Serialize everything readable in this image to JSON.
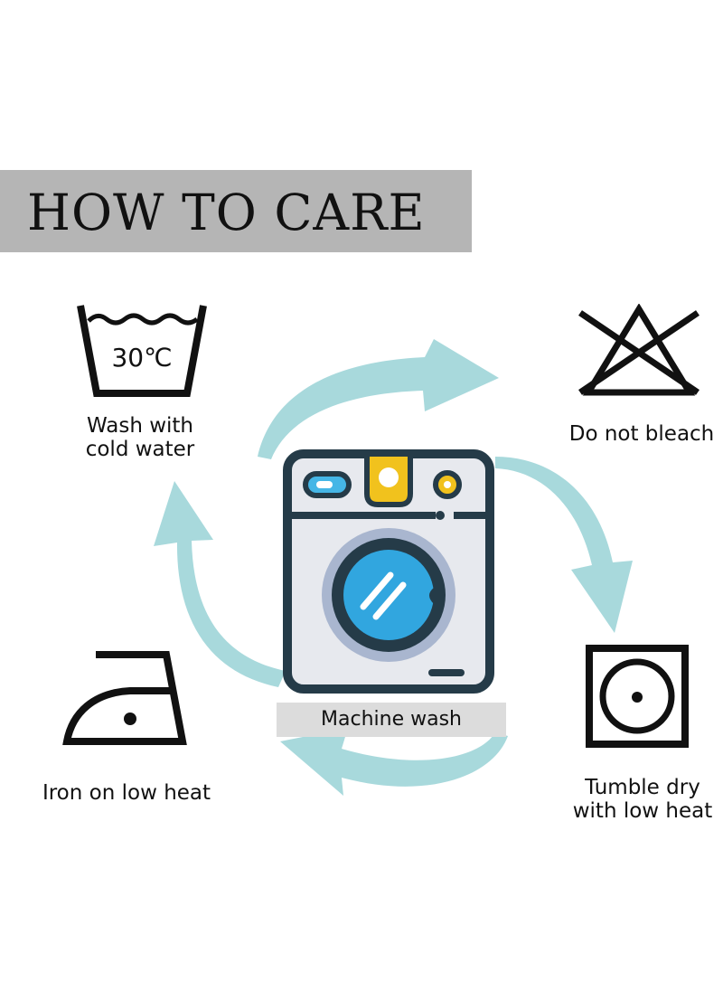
{
  "title": "HOW TO CARE",
  "center": {
    "label": "Machine wash"
  },
  "care_items": {
    "wash": {
      "temp": "30℃",
      "line1": "Wash with",
      "line2": "cold water"
    },
    "bleach": {
      "label": "Do not bleach"
    },
    "dry": {
      "line1": "Tumble dry",
      "line2": "with low heat"
    },
    "iron": {
      "label": "Iron on low heat"
    }
  },
  "colors": {
    "banner": "#b5b5b5",
    "arrow": "#a8d9dc",
    "machine_outline": "#253b48",
    "machine_body": "#e7e9ee",
    "drum_ring": "#a9b6cf",
    "drum_glass": "#31a6df",
    "accent_yellow": "#f1c21d",
    "accent_blue": "#45b6e6"
  },
  "icons": [
    "washtub-icon",
    "no-bleach-icon",
    "tumble-dry-icon",
    "iron-icon",
    "washing-machine-icon"
  ]
}
